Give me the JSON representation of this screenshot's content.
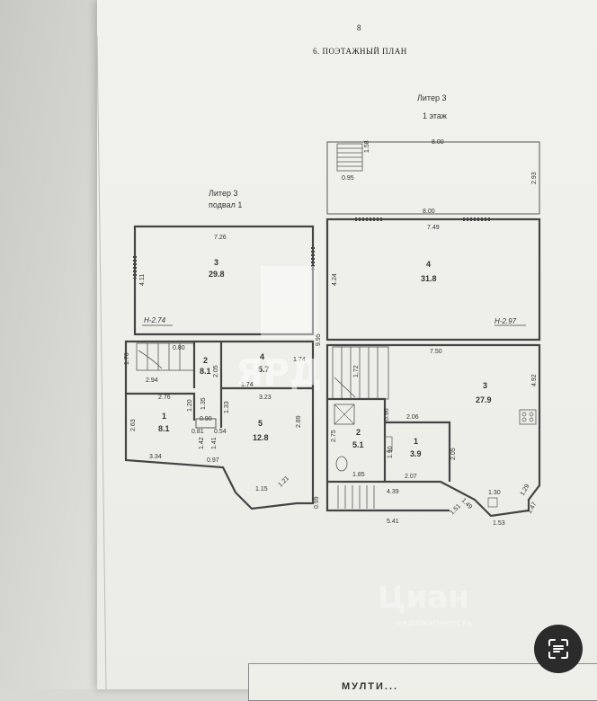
{
  "document": {
    "page_number": "8",
    "heading": "6.   ПОЭТАЖНЫЙ ПЛАН",
    "footer_partial": "МУЛТИ..."
  },
  "basement": {
    "title": "Литер 3",
    "subtitle": "подвал 1",
    "level_mark": "Н-2.74",
    "rooms": [
      {
        "num": "3",
        "area": "29.8"
      },
      {
        "num": "2",
        "area": "8.1"
      },
      {
        "num": "4",
        "area": "5.7"
      },
      {
        "num": "1",
        "area": "8.1"
      },
      {
        "num": "5",
        "area": "12.8"
      }
    ],
    "dims": {
      "d726": "7.26",
      "d411": "4.11",
      "d080": "0.80",
      "d176": "1.76",
      "d294": "2.94",
      "d276": "2.76",
      "d120": "1.20",
      "d135": "1.35",
      "d323": "3.23",
      "d174": "1.74",
      "d133": "1.33",
      "d205": "2.05",
      "d263": "2.63",
      "d090": "0.90",
      "d081": "0.81",
      "d054": "0.54",
      "d142": "1.42",
      "d141": "1.41",
      "d289": "2.89",
      "d334": "3.34",
      "d097": "0.97",
      "d115": "1.15",
      "d121": "1.21",
      "d099": "0.99"
    }
  },
  "ground": {
    "title": "Литер 3",
    "subtitle": "1 этаж",
    "level_mark": "Н-2.97",
    "rooms": [
      {
        "num": "4",
        "area": "31.8"
      },
      {
        "num": "3",
        "area": "27.9"
      },
      {
        "num": "2",
        "area": "5.1"
      },
      {
        "num": "1",
        "area": "3.9"
      }
    ],
    "dims": {
      "d800a": "8.00",
      "d158": "1.58",
      "d095": "0.95",
      "d293": "2.93",
      "d800b": "8.00",
      "d749": "7.49",
      "d424": "4.24",
      "d995": "9.95",
      "d750": "7.50",
      "d492": "4.92",
      "d172": "1.72",
      "d096": "0.96",
      "d206": "2.06",
      "d275": "2.75",
      "d190": "1.90",
      "d205": "2.05",
      "d185": "1.85",
      "d207": "2.07",
      "d439": "4.39",
      "d149": "1.49",
      "d130": "1.30",
      "d129": "1.29",
      "d151": "1.51",
      "d147": "1.47",
      "d153": "1.53",
      "d541": "5.41"
    }
  },
  "watermarks": {
    "brand": "ЯРД",
    "cian": "Циан",
    "cian_sub": "недвижимость"
  },
  "icons": {
    "scan": "scan-text-icon"
  }
}
